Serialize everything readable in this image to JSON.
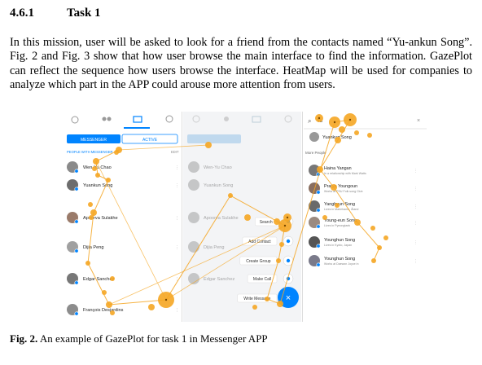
{
  "heading": {
    "number": "4.6.1",
    "title": "Task 1"
  },
  "paragraph": "In this mission, user will be asked to look for a friend from the contacts named “Yu-ankun Song”. Fig. 2 and Fig. 3 show that how user browse the main interface to find the information. GazePlot can reflect the sequence how users browse the interface. HeatMap will be used for companies to analyze which part in the APP could arouse more attention from users.",
  "figure": {
    "panel1": {
      "tabs": [
        "MESSENGER",
        "ACTIVE"
      ],
      "section": "PEOPLE WITH MESSENGER",
      "edit": "EDIT",
      "contacts": [
        "Wen-Yu Chao",
        "Yuankun Song",
        "Apoorva Sulakhe",
        "Dijia Peng",
        "Edgar Sanchez",
        "François Desjardins"
      ]
    },
    "panel2": {
      "contacts": [
        "Wen-Yu Chao",
        "Yuankun Song",
        "Apoorva Sulakhe",
        "Dijia Peng",
        "Edgar Sanchez"
      ],
      "menu": [
        "Search",
        "Add Contact",
        "Create Group",
        "Make Call",
        "Write Message"
      ]
    },
    "panel3": {
      "search_text": "Yu",
      "top_result": "Yuankun Song",
      "section": "More People",
      "people": [
        {
          "name": "Haina Yangan",
          "sub": "In a relationship with Mark Watts"
        },
        {
          "name": "Pratya Youngoun",
          "sub": "Works at PSU Folk song Club"
        },
        {
          "name": "Yanghyun Song",
          "sub": "Lives in Mariehamn, Åland"
        },
        {
          "name": "Young-eun Song",
          "sub": "Lives in Pyeongtaek"
        },
        {
          "name": "Younghun Song",
          "sub": "Lives in Kyoto, Japan"
        },
        {
          "name": "Younghun Song",
          "sub": "Works at Daewon Joyce in"
        }
      ]
    }
  },
  "caption": {
    "label": "Fig. 2.",
    "text": " An example of GazePlot for task 1 in Messenger APP"
  },
  "colors": {
    "messenger_blue": "#0084ff",
    "gaze_orange": "#f5a623"
  }
}
